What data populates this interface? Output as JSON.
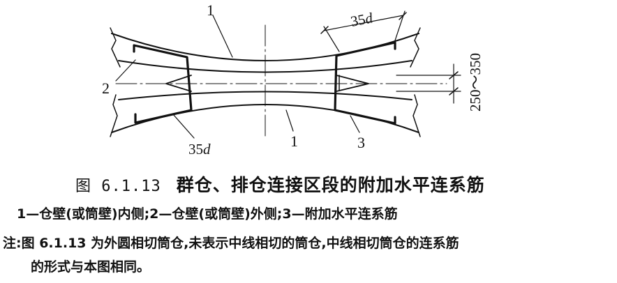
{
  "figure": {
    "labels": {
      "one_top": "1",
      "one_bottom": "1",
      "two": "2",
      "three": "3",
      "dim_35d_top_num": "35",
      "dim_35d_top_var": "d",
      "dim_35d_bottom_num": "35",
      "dim_35d_bottom_var": "d",
      "dim_spacing": "250～350"
    }
  },
  "caption": {
    "title_number": "图 6.1.13",
    "title_text": "群仓、排仓连接区段的附加水平连系筋",
    "legend": "1—仓壁(或筒壁)内侧;2—仓壁(或筒壁)外侧;3—附加水平连系筋",
    "note_line1": "注:图 6.1.13 为外圆相切筒仓,未表示中线相切的筒仓,中线相切筒仓的连系筋",
    "note_line2": "的形式与本图相同。"
  },
  "colors": {
    "ink": "#111111",
    "background": "#ffffff"
  }
}
